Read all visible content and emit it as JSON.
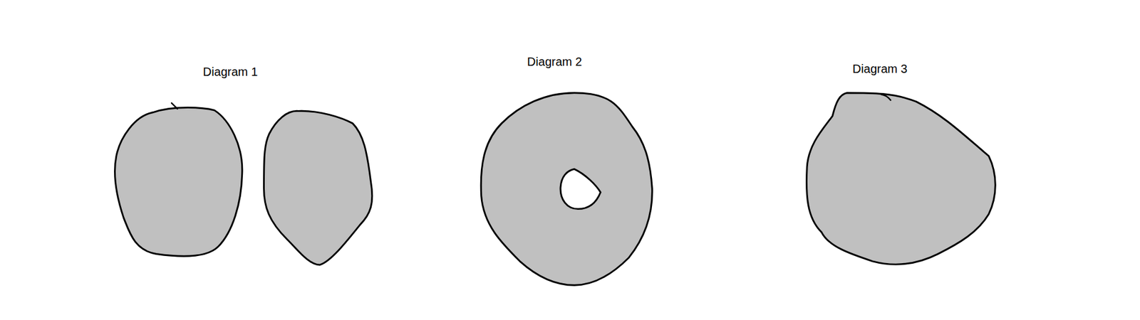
{
  "diagram": {
    "labels": [
      "Diagram 1",
      "Diagram 2",
      "Diagram 3"
    ]
  }
}
